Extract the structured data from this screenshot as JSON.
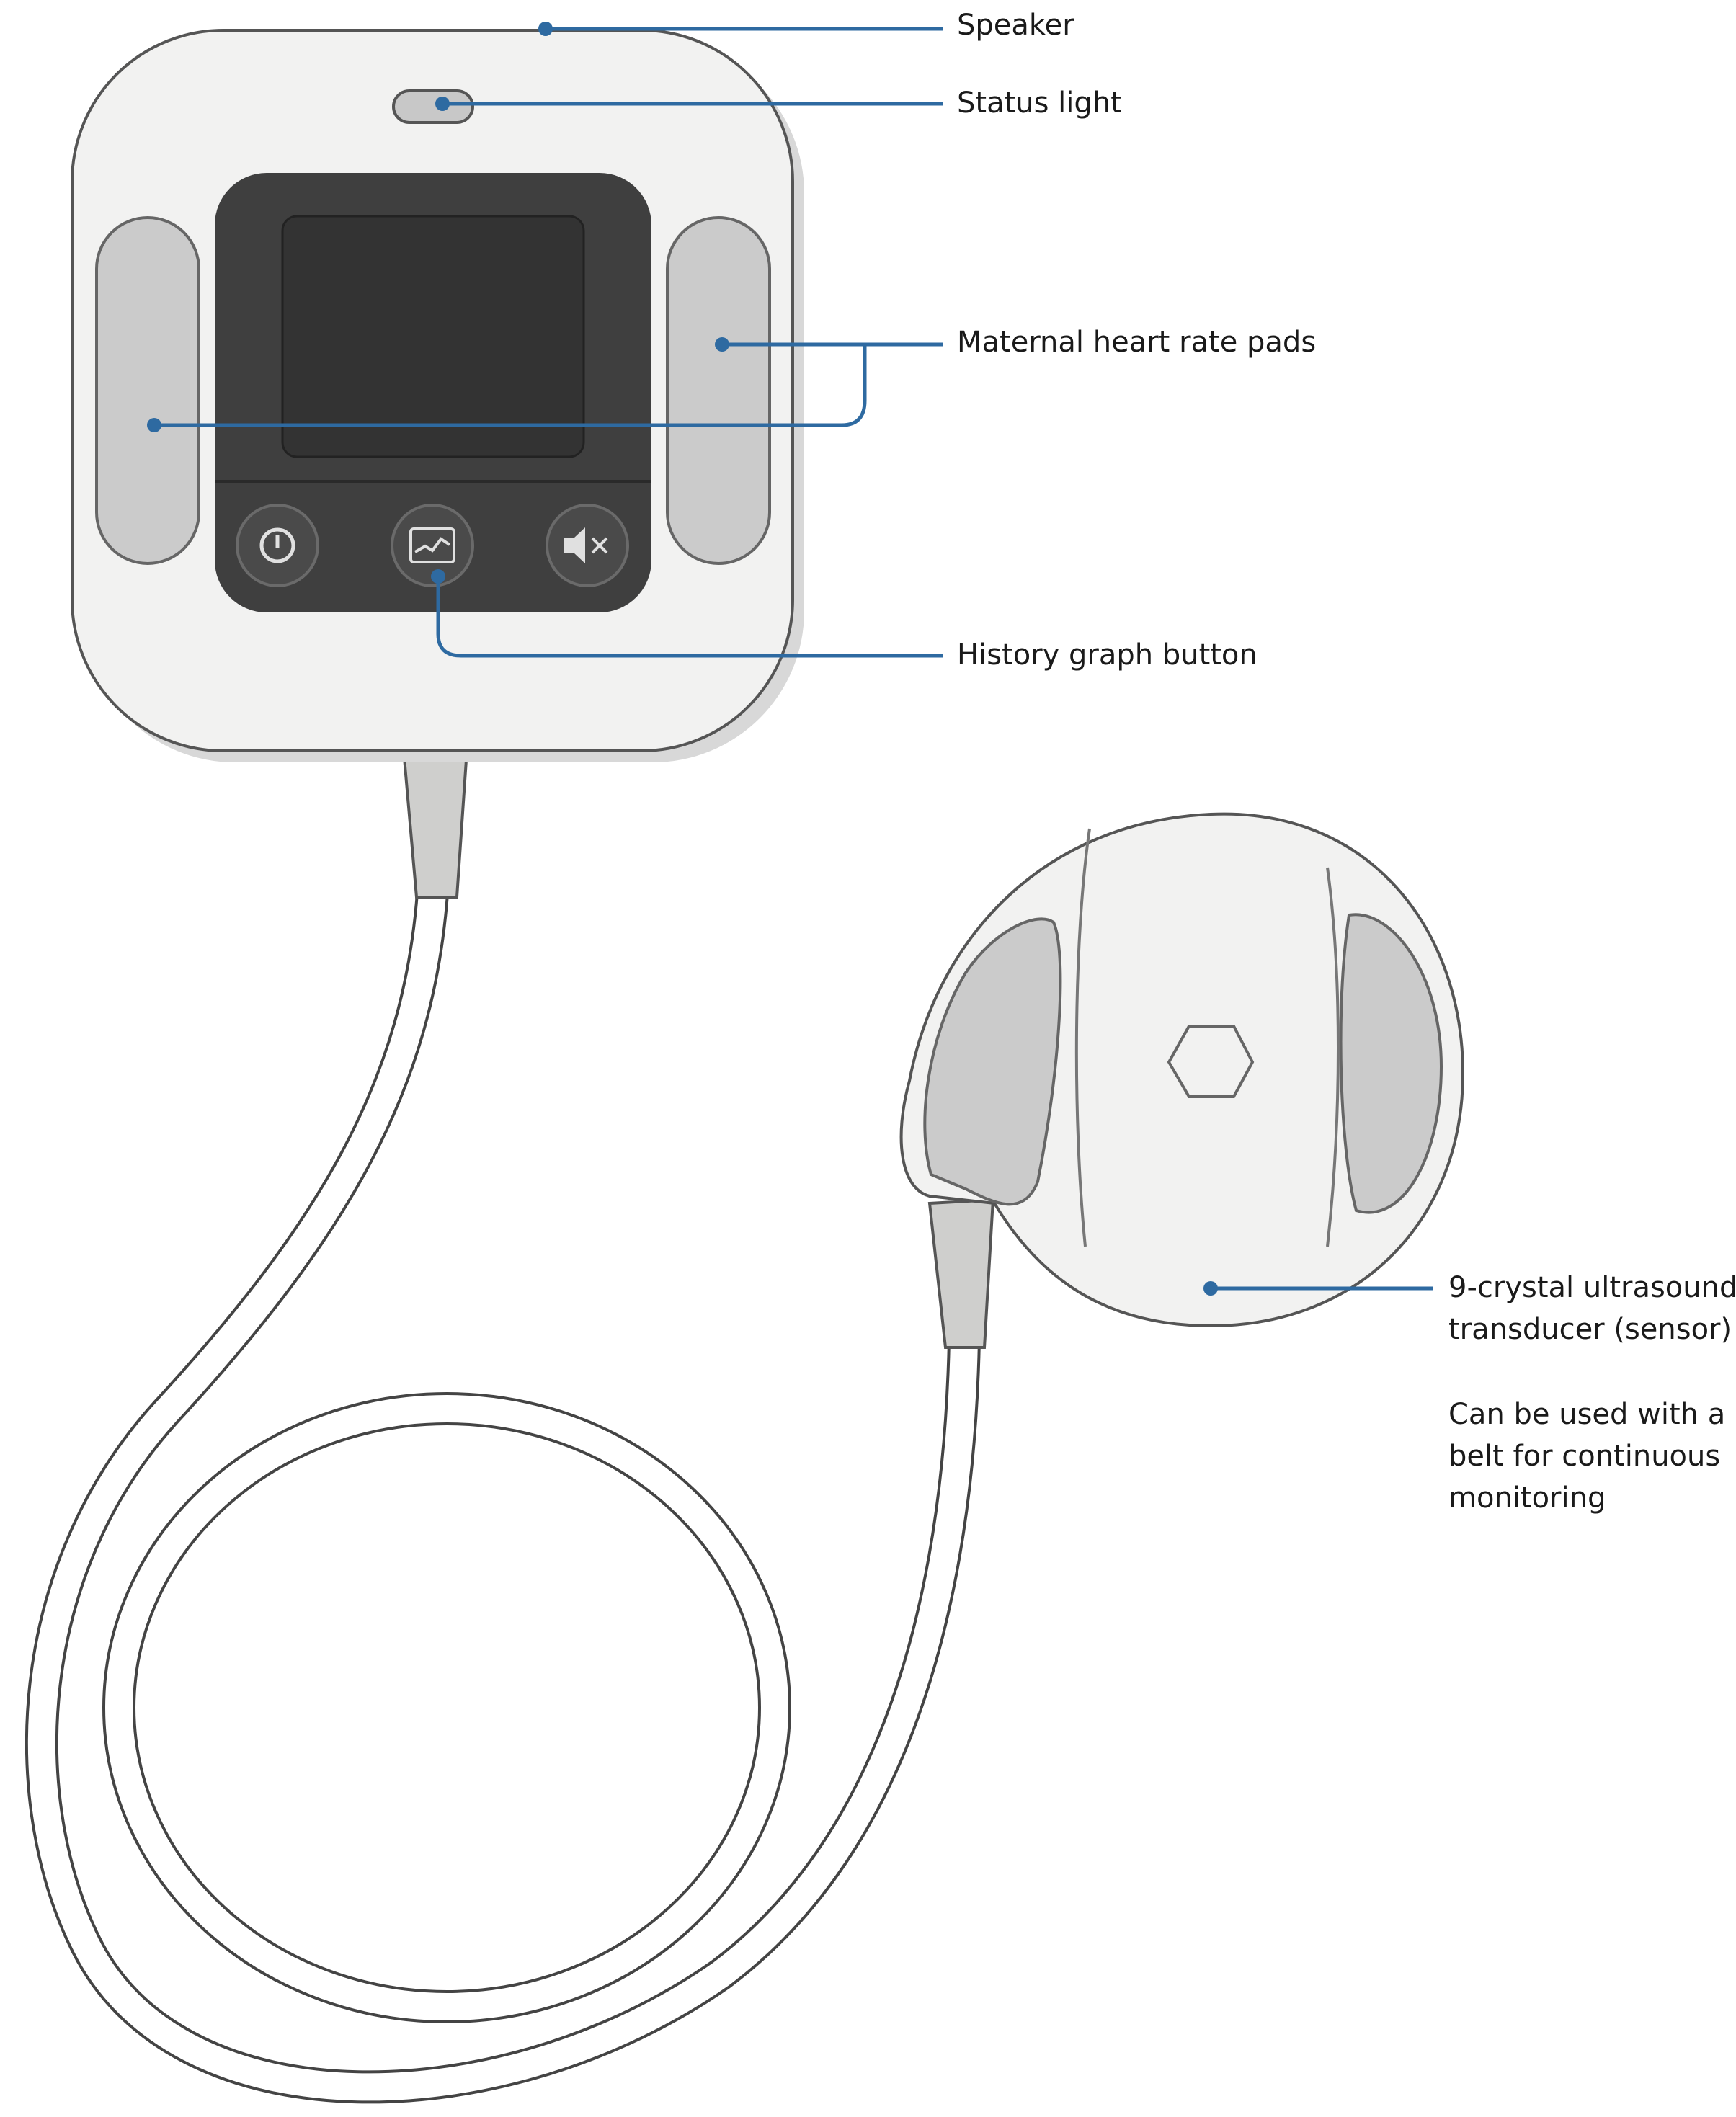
{
  "labels": {
    "speaker": "Speaker",
    "status_light": "Status light",
    "heart_rate_pads": "Maternal heart rate pads",
    "history_button": "History graph button",
    "transducer": "9-crystal ultrasound transducer (sensor)",
    "belt_note": "Can be used with a belt for continuous monitoring"
  },
  "colors": {
    "callout_line": "#2e6aa1",
    "device_body": "#f2f2f1",
    "device_outline": "#555555",
    "screen_bezel": "#3f3f3f",
    "screen": "#333333",
    "pad_gray": "#cbcbcb",
    "cable": "#ffffff",
    "strain_relief": "#cfcfcd"
  },
  "icons": {
    "power_button": "power-icon",
    "history_button": "history-graph-icon",
    "mute_button": "speaker-mute-icon",
    "transducer_center": "hexagon-icon"
  }
}
